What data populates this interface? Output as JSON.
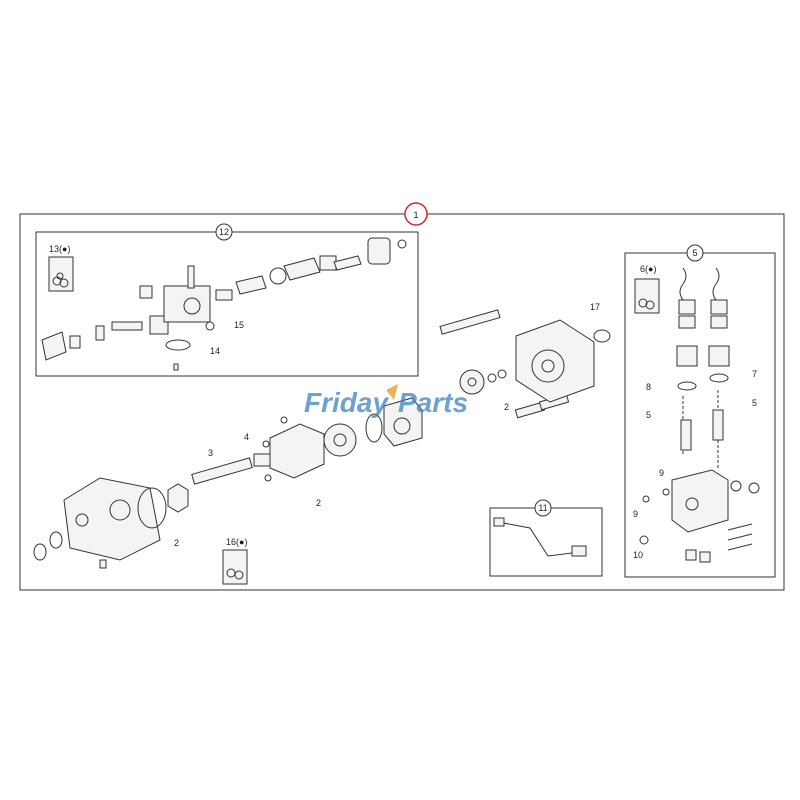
{
  "colors": {
    "callout_ring": "#d9262c",
    "watermark_blue": "#3d82c4",
    "watermark_orange": "#e8951f",
    "line": "#333333"
  },
  "watermark": {
    "part1": "Friday",
    "part2": "Parts"
  },
  "callouts": {
    "main": "1",
    "valve_block": "5",
    "pipe": "11",
    "actuator": "12"
  },
  "labels": {
    "l2a": "2",
    "l2b": "2",
    "l2c": "2",
    "l3": "3",
    "l4": "4",
    "l5a": "5",
    "l5b": "5",
    "l7": "7",
    "l8": "8",
    "l9a": "9",
    "l9b": "9",
    "l10": "10",
    "l13": "13(●)",
    "l14": "14",
    "l15": "15",
    "l16": "16(●)",
    "l17": "17",
    "l6": "6(●)"
  }
}
